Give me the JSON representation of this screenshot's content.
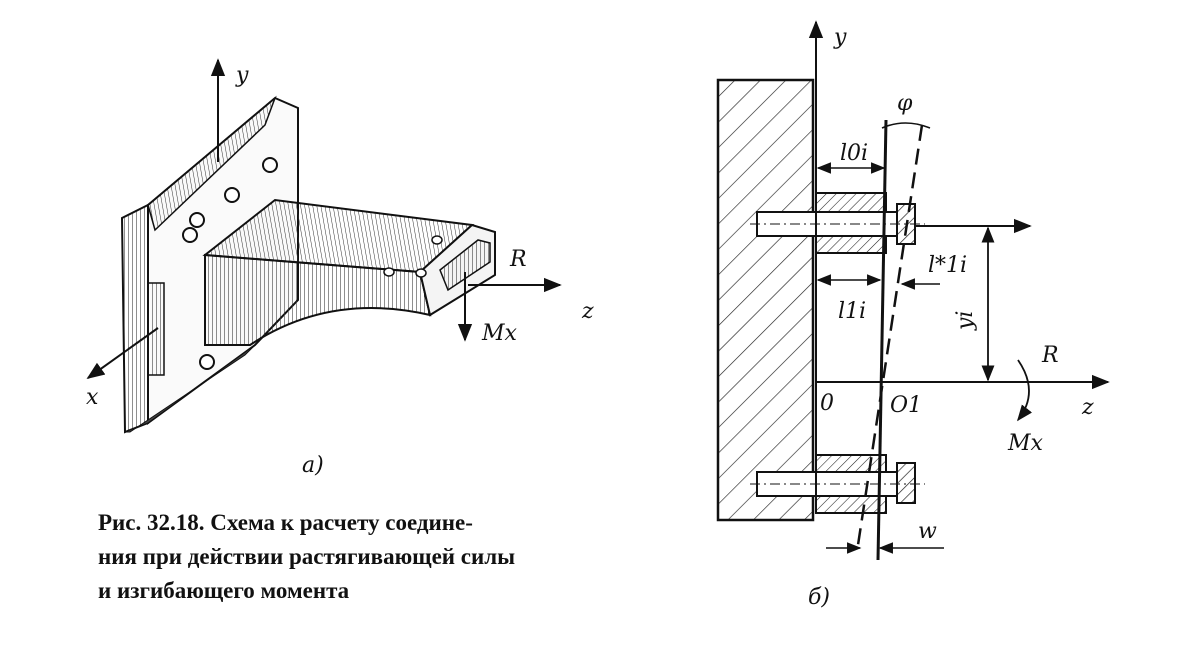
{
  "figure": {
    "caption_lines": [
      "Рис. 32.18. Схема к расчету соедине-",
      "ния при действии растягивающей силы",
      "и изгибающего момента"
    ],
    "panel_a": {
      "label": "a)",
      "axes": {
        "y": "y",
        "x": "x",
        "z": "z"
      },
      "force": "R",
      "moment": "Mx"
    },
    "panel_b": {
      "label": "б)",
      "axes": {
        "y": "y",
        "z": "z"
      },
      "force": "R",
      "moment": "Mx",
      "angle": "φ",
      "dims": {
        "l0i": "l0i",
        "l1i_star": "l*1i",
        "l1i": "l1i",
        "yi": "yi",
        "w": "w"
      },
      "points": {
        "origin": "0",
        "o1": "O1"
      }
    }
  }
}
